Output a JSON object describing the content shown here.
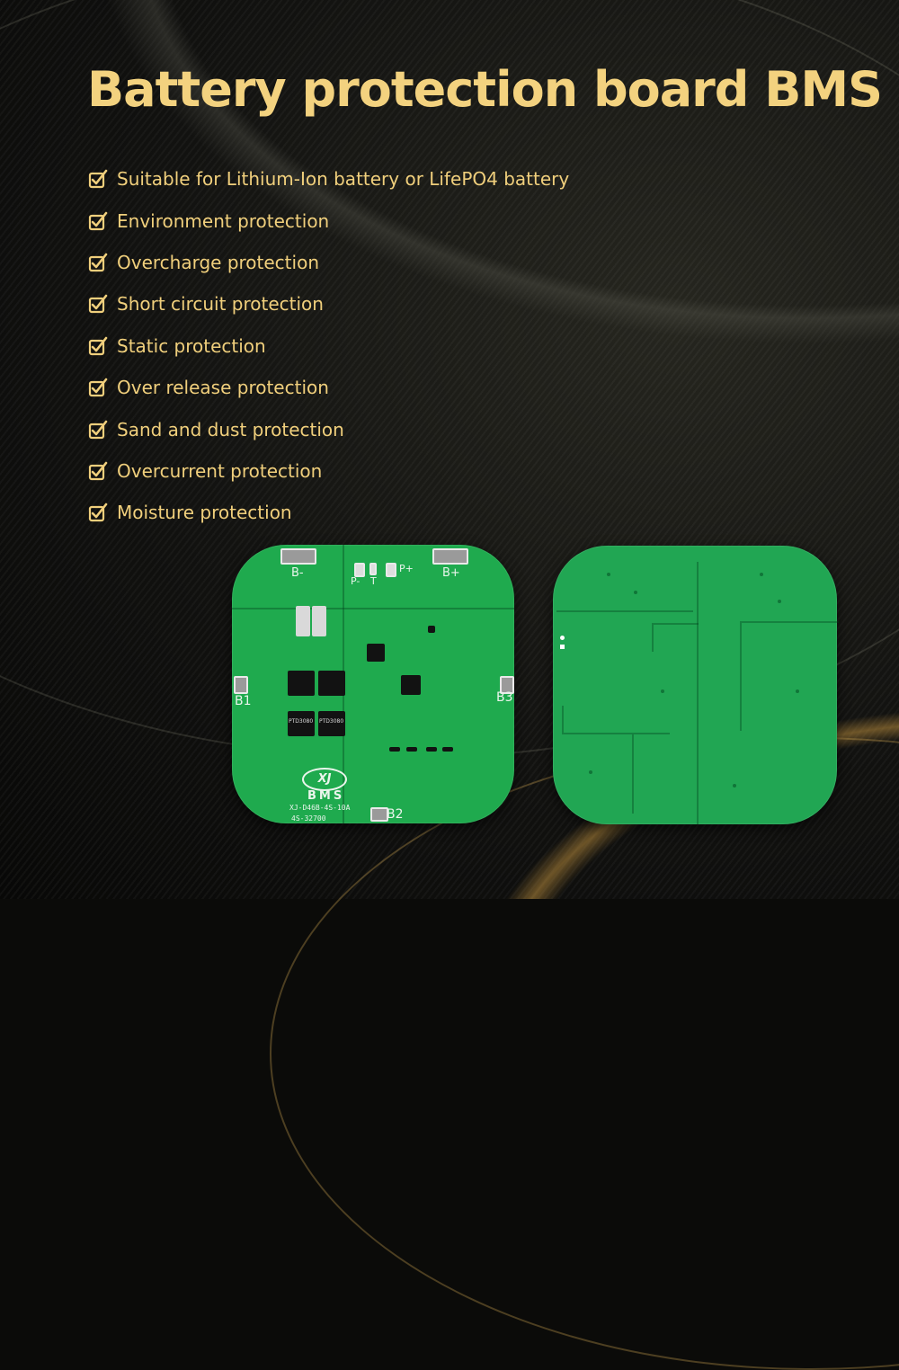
{
  "header": {
    "title": "Battery protection board BMS"
  },
  "features": [
    "Suitable for Lithium-Ion battery or LifePO4 battery",
    "Environment protection",
    "Overcharge protection",
    "Short circuit protection",
    "Static protection",
    "Over release protection",
    "Sand and dust protection",
    "Overcurrent protection",
    "Moisture protection"
  ],
  "feature_icon": "checkbox-checked-icon",
  "board_front": {
    "pads": {
      "b_minus": "B-",
      "b_plus": "B+",
      "b1": "B1",
      "b2": "B2",
      "b3": "B3",
      "p_minus": "P-",
      "t": "T",
      "p_plus": "P+"
    },
    "mosfet_label": "PTD3080",
    "logo_text": "XJ",
    "brand": "BMS",
    "model": "XJ-D46B-4S-10A",
    "variant": "4S-32700"
  },
  "colors": {
    "background": "#0b0b09",
    "accent_gold": "#f3d27f",
    "pcb_green": "#1faa4e"
  }
}
